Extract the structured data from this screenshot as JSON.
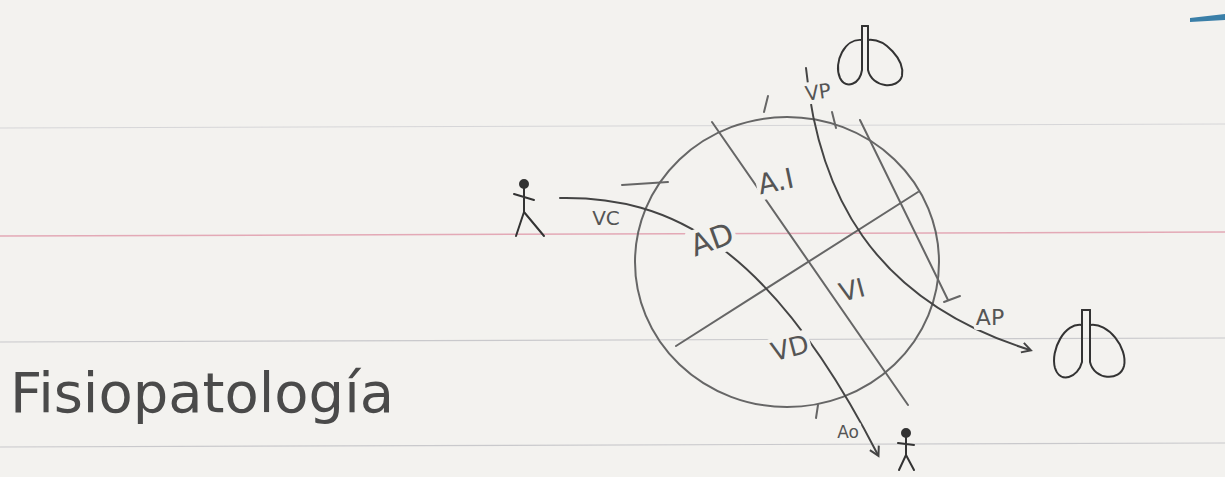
{
  "diagram": {
    "title": "Fisiopatología",
    "labels": [
      "VP",
      "A.I",
      "VC",
      "AD",
      "VI",
      "AP",
      "VD",
      "Ao"
    ]
  }
}
